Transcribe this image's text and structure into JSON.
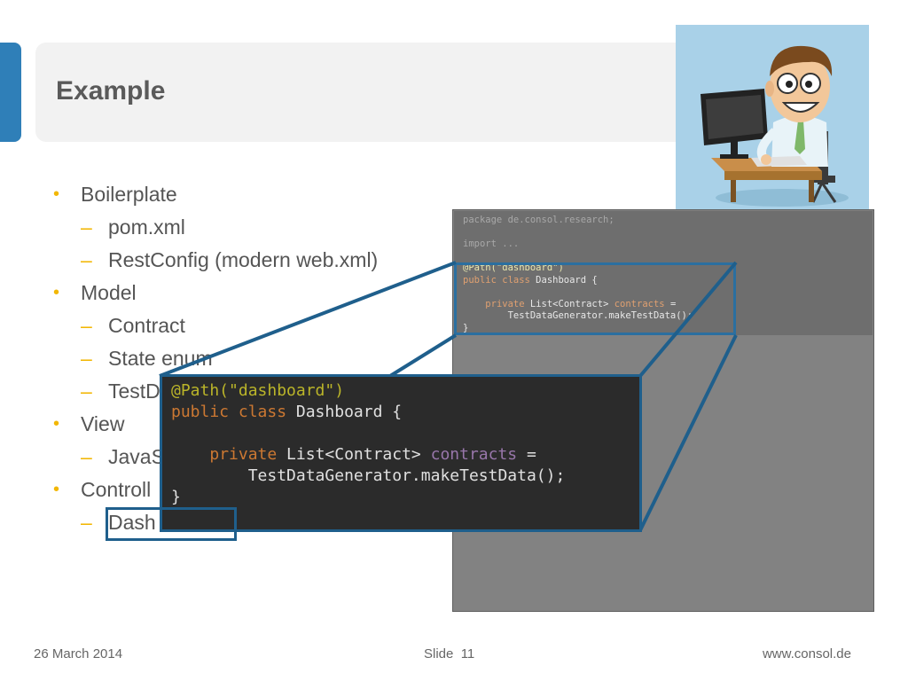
{
  "slide": {
    "title": "Example",
    "bullets": [
      {
        "level": 1,
        "marker": "•",
        "text": "Boilerplate"
      },
      {
        "level": 2,
        "marker": "–",
        "text": "pom.xml"
      },
      {
        "level": 2,
        "marker": "–",
        "text": "RestConfig (modern web.xml)"
      },
      {
        "level": 1,
        "marker": "•",
        "text": "Model"
      },
      {
        "level": 2,
        "marker": "–",
        "text": "Contract"
      },
      {
        "level": 2,
        "marker": "–",
        "text": "State enum"
      },
      {
        "level": 2,
        "marker": "–",
        "text": "TestD"
      },
      {
        "level": 1,
        "marker": "•",
        "text": "View"
      },
      {
        "level": 2,
        "marker": "–",
        "text": "JavaS"
      },
      {
        "level": 1,
        "marker": "•",
        "text": "Controll"
      },
      {
        "level": 2,
        "marker": "–",
        "text": "Dash"
      }
    ],
    "editor_code": {
      "package_line": "package de.consol.research;",
      "import_line": "import ...",
      "annotation": "@Path(\"dashboard\")",
      "class_kw": "public class",
      "class_name": " Dashboard {",
      "field_kw": "private",
      "field_type": " List<Contract> ",
      "field_name": "contracts",
      "field_eq": " =",
      "field_init": "TestDataGenerator.makeTestData();",
      "close_brace": "}"
    },
    "zoom_code": {
      "annotation": "@Path(\"dashboard\")",
      "class_kw": "public class",
      "class_name": " Dashboard {",
      "field_kw": "private",
      "field_type": " List<Contract> ",
      "field_name": "contracts",
      "field_eq": " =",
      "field_init": "TestDataGenerator.makeTestData();",
      "close_brace": "}"
    },
    "illustration": "cartoon-man-at-computer"
  },
  "footer": {
    "date": "26 March 2014",
    "slide_label": "Slide",
    "slide_number": "11",
    "url": "www.consol.de"
  },
  "colors": {
    "accent": "#2f7fb8",
    "bullet": "#f2b705",
    "highlight_border": "#1f5f8c",
    "zoom_bg": "#2b2b2b"
  }
}
